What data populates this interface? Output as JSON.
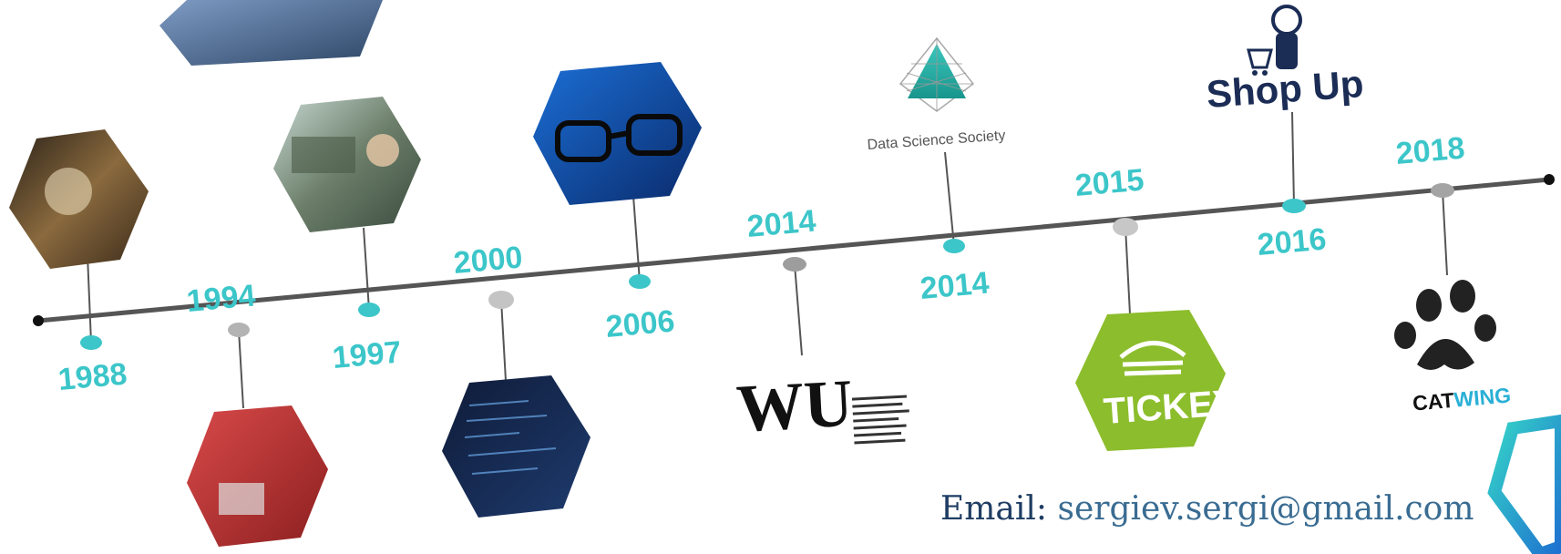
{
  "timeline": {
    "years": [
      "1988",
      "1994",
      "1997",
      "2000",
      "2006",
      "2014",
      "2014",
      "2015",
      "2016",
      "2018"
    ],
    "colors": {
      "accent": "#3cc6c9",
      "line": "#555555",
      "dot_gray": "#b3b3b3"
    }
  },
  "logos": {
    "data_science_society": "Data Science Society",
    "shop_up": "Shop Up",
    "tickey": "TICKEY",
    "catwing_a": "CAT",
    "catwing_b": "WING",
    "wu": "WU"
  },
  "contact": {
    "email_label": "Email:",
    "email_value": "sergiev.sergi@gmail.com"
  },
  "icons": [
    "paw-icon",
    "astronaut-cart-icon",
    "pyramid-icon",
    "hexagon-frame-icon"
  ]
}
